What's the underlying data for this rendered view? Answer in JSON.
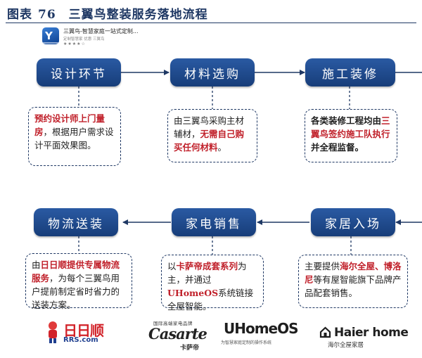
{
  "figure": {
    "label": "图表",
    "number": "76",
    "title": "三翼鸟整装服务落地流程"
  },
  "app_card": {
    "name": "三翼鸟-智慧家庭一站式定制...",
    "subtitle": "定制智慧家 优惠 三翼鸟",
    "rating": "★★★★☆"
  },
  "steps": [
    {
      "label": "设计环节",
      "note": [
        {
          "t": "预约设计师上门量房",
          "s": "red"
        },
        {
          "t": "，根据用户需求设计平面效果图。",
          "s": ""
        }
      ]
    },
    {
      "label": "材料选购",
      "note": [
        {
          "t": "由三翼鸟采购主材辅材，",
          "s": ""
        },
        {
          "t": "无需自己购买任何材料",
          "s": "red"
        },
        {
          "t": "。",
          "s": ""
        }
      ]
    },
    {
      "label": "施工装修",
      "note": [
        {
          "t": "各类装修工程均由",
          "s": "bold"
        },
        {
          "t": "三翼鸟签约施工队执行",
          "s": "red"
        },
        {
          "t": "并全程监督。",
          "s": "bold"
        }
      ]
    },
    {
      "label": "家居入场",
      "note": [
        {
          "t": "主要提供",
          "s": ""
        },
        {
          "t": "海尔全屋、博洛尼",
          "s": "red"
        },
        {
          "t": "等有屋智能旗下品牌产品配套销售。",
          "s": ""
        }
      ]
    },
    {
      "label": "家电销售",
      "note": [
        {
          "t": "以",
          "s": ""
        },
        {
          "t": "卡萨帝成套系列",
          "s": "red"
        },
        {
          "t": "为主，并通过",
          "s": ""
        },
        {
          "t": "UHomeOS",
          "s": "red"
        },
        {
          "t": "系统链接全屋智能。",
          "s": ""
        }
      ]
    },
    {
      "label": "物流送装",
      "note": [
        {
          "t": "由",
          "s": ""
        },
        {
          "t": "日日顺提供专属物流服务",
          "s": "red"
        },
        {
          "t": "，为每个三翼鸟用户提前制定省时省力的送装方案。",
          "s": ""
        }
      ]
    }
  ],
  "logos": {
    "rrs": {
      "name": "日日顺",
      "url": "RRS.com"
    },
    "casarte": {
      "tagline": "国际高端家电品牌",
      "name": "Casarte",
      "cn": "卡萨帝"
    },
    "uhomeos": {
      "name": "UHomeOS",
      "sub": "为智慧家庭定制的操作系统"
    },
    "haier": {
      "name": "Haier home",
      "sub": "海尔全屋家居"
    }
  },
  "colors": {
    "navy": "#1f3864",
    "box": "#1f4e8f",
    "accent_red": "#c0202a"
  }
}
